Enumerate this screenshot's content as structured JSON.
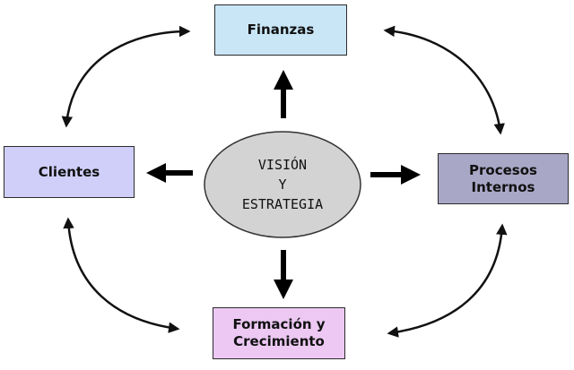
{
  "nodes": {
    "top": {
      "label": "Finanzas",
      "fill": "#c9e6f7"
    },
    "left": {
      "label": "Clientes",
      "fill": "#d0cffa"
    },
    "right": {
      "label_line1": "Procesos",
      "label_line2": "Internos",
      "fill": "#a9a7c6"
    },
    "bottom": {
      "label_line1": "Formación y",
      "label_line2": "Crecimiento",
      "fill": "#ecc8f3"
    }
  },
  "center": {
    "line1": "VISIÓN",
    "line2": "Y",
    "line3": "ESTRATEGIA",
    "fill": "#d3d3d3"
  },
  "colors": {
    "stroke": "#111111"
  }
}
